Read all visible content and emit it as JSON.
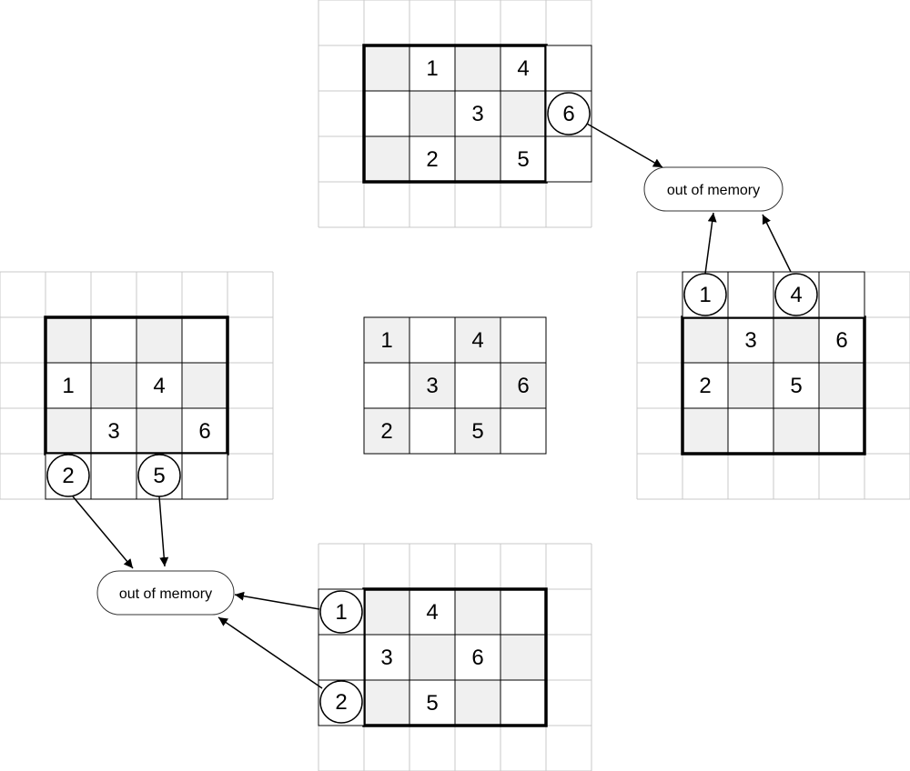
{
  "colors": {
    "shade": "#f0f0f0",
    "grid_light": "#c8c8c8",
    "grid_dark": "#000000"
  },
  "arrays": {
    "center": {
      "cells": [
        [
          "1",
          "",
          "4",
          ""
        ],
        [
          "",
          "3",
          "",
          "6"
        ],
        [
          "2",
          "",
          "5",
          ""
        ]
      ]
    },
    "top": {
      "cells": [
        [
          "",
          "1",
          "",
          "4"
        ],
        [
          "",
          "",
          "3",
          ""
        ],
        [
          "",
          "2",
          "",
          "5"
        ]
      ],
      "out_of_bounds": [
        "6"
      ]
    },
    "right": {
      "cells": [
        [
          "",
          "3",
          "",
          "6"
        ],
        [
          "2",
          "",
          "5",
          ""
        ],
        [
          "",
          "",
          "",
          ""
        ]
      ],
      "out_of_bounds": [
        "1",
        "4"
      ]
    },
    "left": {
      "cells": [
        [
          "",
          "",
          "",
          ""
        ],
        [
          "1",
          "",
          "4",
          ""
        ],
        [
          "",
          "3",
          "",
          "6"
        ]
      ],
      "out_of_bounds": [
        "2",
        "5"
      ]
    },
    "bottom": {
      "cells": [
        [
          "",
          "4",
          "",
          ""
        ],
        [
          "3",
          "",
          "6",
          ""
        ],
        [
          "",
          "5",
          "",
          ""
        ]
      ],
      "out_of_bounds": [
        "1",
        "2"
      ]
    }
  },
  "errors": {
    "top_right": "out of memory",
    "bottom_left": "out of memory"
  }
}
